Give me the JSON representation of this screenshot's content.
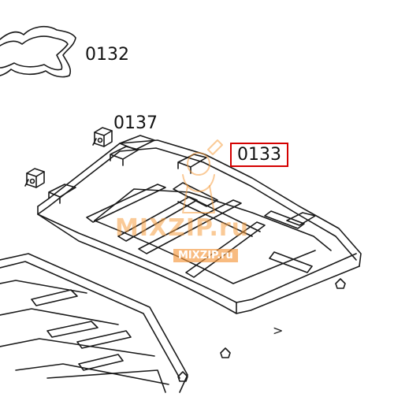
{
  "diagram": {
    "labels": {
      "part_0132": "0132",
      "part_0137": "0137",
      "part_0133": "0133",
      "direction_mark": ">"
    },
    "highlight_color": "#d40000",
    "line_color": "#1a1a1a",
    "watermark": {
      "main": "MIXZIP.ru",
      "sub": "MIXZIP.ru",
      "color": "#f59e42"
    }
  }
}
